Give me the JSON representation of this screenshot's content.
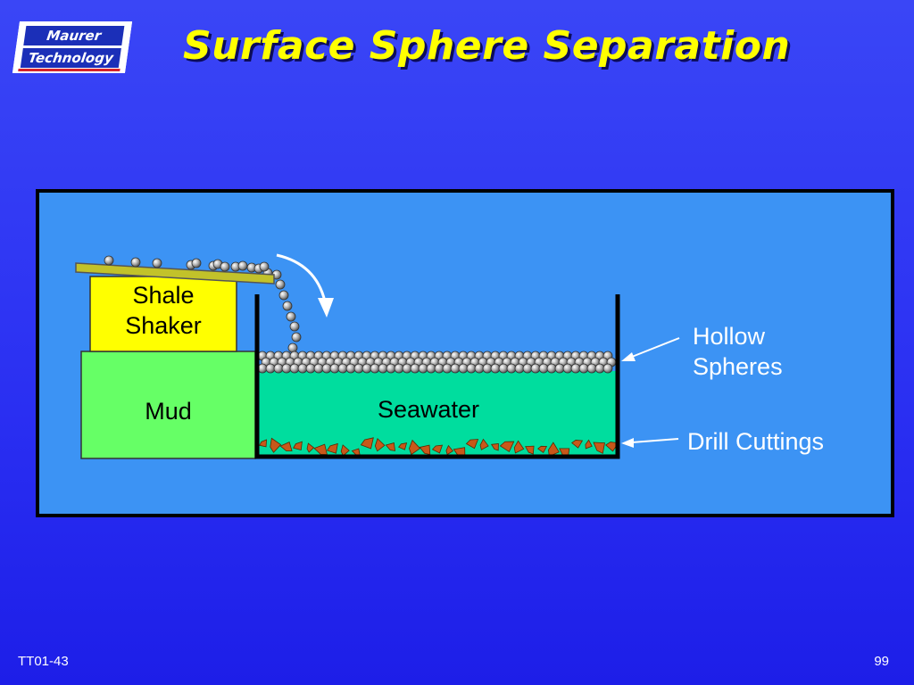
{
  "logo": {
    "line1": "Maurer",
    "line2": "Technology"
  },
  "title": "Surface Sphere Separation",
  "diagram": {
    "shale_shaker_label": [
      "Shale",
      "Shaker"
    ],
    "mud_label": "Mud",
    "seawater_label": "Seawater",
    "hollow_spheres_label": [
      "Hollow",
      "Spheres"
    ],
    "drill_cuttings_label": "Drill Cuttings",
    "colors": {
      "panel": "#3c93f4",
      "shaker": "#ffff00",
      "mud": "#66ff66",
      "seawater": "#00dd9e",
      "sphere": "#a8a8a8",
      "cuttings": "#c8581a"
    }
  },
  "footer": {
    "left": "TT01-43",
    "right": "99"
  }
}
